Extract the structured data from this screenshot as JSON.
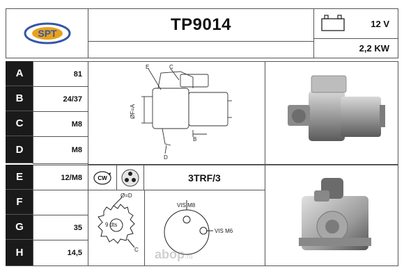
{
  "header": {
    "brand_logo": "SPT",
    "part_number": "TP9014",
    "voltage": "12 V",
    "power": "2,2 KW"
  },
  "spec_rows": [
    {
      "letter": "A",
      "value": "81"
    },
    {
      "letter": "B",
      "value": "24/37"
    },
    {
      "letter": "C",
      "value": "M8"
    },
    {
      "letter": "D",
      "value": "M8"
    },
    {
      "letter": "E",
      "value": "12/M8"
    },
    {
      "letter": "F",
      "value": ""
    },
    {
      "letter": "G",
      "value": "35"
    },
    {
      "letter": "H",
      "value": "14,5"
    }
  ],
  "rotation": {
    "icon": "cw-rotation-icon",
    "label": "CW"
  },
  "terminal": {
    "icon": "terminal-connector-icon",
    "code": "3TRF/3"
  },
  "dimension_diagram": {
    "labels": [
      "E",
      "C",
      "ØF=A",
      "B",
      "D"
    ]
  },
  "gear_diagram": {
    "diameter_label": "Ø=D",
    "teeth_label": "9 dts",
    "c_label": "C"
  },
  "mount_diagram": {
    "top_label": "VIS M8",
    "side_label": "VIS M6"
  },
  "watermark": {
    "main": "ab",
    "domain": ".ru",
    "mid": "op"
  }
}
